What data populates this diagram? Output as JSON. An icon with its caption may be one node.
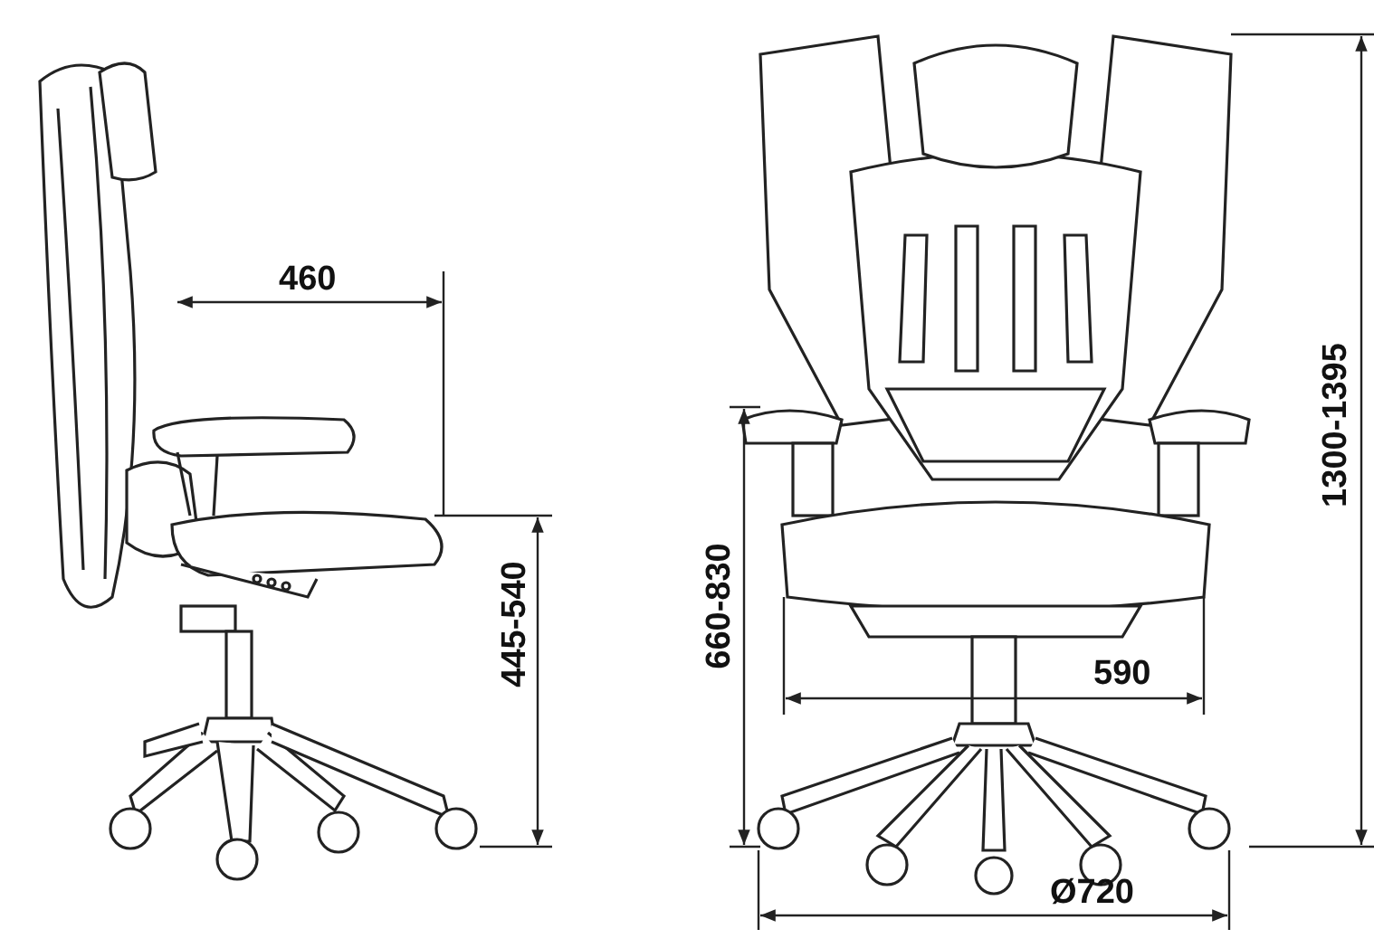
{
  "diagram": {
    "labels": [
      "460",
      "445-540",
      "660-830",
      "590",
      "Ø720",
      "1300-1395"
    ]
  }
}
